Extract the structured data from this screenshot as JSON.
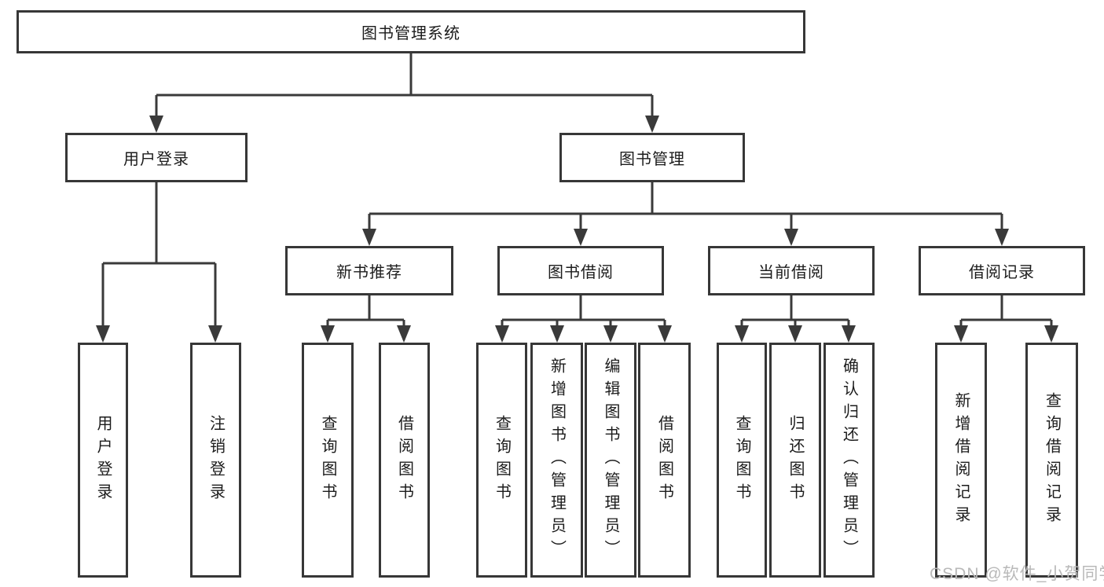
{
  "diagram": {
    "root": {
      "label": "图书管理系统"
    },
    "level1": [
      {
        "label": "用户登录"
      },
      {
        "label": "图书管理"
      }
    ],
    "level2": [
      {
        "label": "新书推荐",
        "parent": "图书管理"
      },
      {
        "label": "图书借阅",
        "parent": "图书管理"
      },
      {
        "label": "当前借阅",
        "parent": "图书管理"
      },
      {
        "label": "借阅记录",
        "parent": "图书管理"
      }
    ],
    "level3": [
      {
        "label": "用户登录",
        "parent": "用户登录"
      },
      {
        "label": "注销登录",
        "parent": "用户登录"
      },
      {
        "label": "查询图书",
        "parent": "新书推荐"
      },
      {
        "label": "借阅图书",
        "parent": "新书推荐"
      },
      {
        "label": "查询图书",
        "parent": "图书借阅"
      },
      {
        "label": "新增图书（管理员）",
        "parent": "图书借阅"
      },
      {
        "label": "编辑图书（管理员）",
        "parent": "图书借阅"
      },
      {
        "label": "借阅图书",
        "parent": "图书借阅"
      },
      {
        "label": "查询图书",
        "parent": "当前借阅"
      },
      {
        "label": "归还图书",
        "parent": "当前借阅"
      },
      {
        "label": "确认归还（管理员）",
        "parent": "当前借阅"
      },
      {
        "label": "新增借阅记录",
        "parent": "借阅记录"
      },
      {
        "label": "查询借阅记录",
        "parent": "借阅记录"
      }
    ]
  },
  "watermark": "CSDN @软件_小贺同学",
  "colors": {
    "line": "#3a3a3a",
    "box_border": "#373737",
    "text": "#1c1c1c",
    "background": "#ffffff",
    "watermark": "#b9b9b9"
  }
}
